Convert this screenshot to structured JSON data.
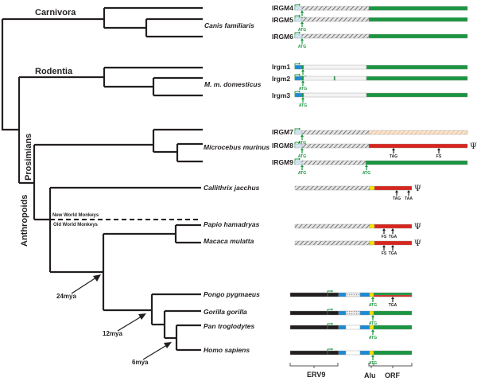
{
  "clades": {
    "carnivora": "Carnivora",
    "rodentia": "Rodentia",
    "prosimians": "Prosimians",
    "anthropoids": "Anthropoids",
    "new_world": "New World Monkeys",
    "old_world": "Old World Monkeys"
  },
  "species": {
    "canis": "Canis familiaris",
    "mus": "M. m. domesticus",
    "microcebus": "Microcebus murinus",
    "callithrix": "Callithrix jacchus",
    "papio": "Papio hamadryas",
    "macaca": "Macaca mulatta",
    "pongo": "Pongo pygmaeus",
    "gorilla": "Gorilla gorilla",
    "pan": "Pan troglodytes",
    "homo": "Homo sapiens"
  },
  "divergence": {
    "mya24": "24mya",
    "mya12": "12mya",
    "mya6": "6mya"
  },
  "colors": {
    "orf_green": "#1a9640",
    "pseudogene_red": "#d7261e",
    "exon_blue": "#1b8ad6",
    "alu_yellow": "#f4e400",
    "erv9_black": "#231f20",
    "atg_green": "#1a9640",
    "hatched_tan": "#f3c9a0"
  },
  "genes": [
    {
      "name": "IRGM4",
      "atg": [
        "ATG"
      ]
    },
    {
      "name": "IRGM5",
      "atg": [
        "ATG"
      ]
    },
    {
      "name": "IRGM6",
      "atg": [
        "ATG"
      ]
    },
    {
      "name": "Irgm1",
      "atg": [
        "ATG"
      ]
    },
    {
      "name": "Irgm2",
      "atg": [
        "ATG"
      ]
    },
    {
      "name": "Irgm3",
      "atg": [
        "ATG"
      ]
    },
    {
      "name": "IRGM7",
      "atg": [
        "ATG"
      ]
    },
    {
      "name": "IRGM8",
      "atg": [
        "ATG"
      ],
      "markers": [
        "TAG",
        "FS"
      ],
      "pseudo": "Ψ"
    },
    {
      "name": "IRGM9",
      "atg": [
        "ATG",
        "ATG"
      ]
    }
  ],
  "primate_genes": [
    {
      "species": "callithrix",
      "markers": [
        "TAG",
        "TAA"
      ],
      "pseudo": "Ψ"
    },
    {
      "species": "papio",
      "markers": [
        "FS",
        "TGA"
      ],
      "pseudo": "Ψ"
    },
    {
      "species": "macaca",
      "markers": [
        "FS",
        "TGA"
      ],
      "pseudo": "Ψ"
    },
    {
      "species": "pongo",
      "atg": "ATG",
      "markers": [
        "TGA"
      ]
    },
    {
      "species": "gorilla",
      "atg": "ATG"
    },
    {
      "species": "pan",
      "atg": "ATG"
    },
    {
      "species": "homo",
      "atg": "ATG"
    }
  ],
  "legend": {
    "erv9": "ERV9",
    "alu": "Alu",
    "orf": "ORF"
  }
}
